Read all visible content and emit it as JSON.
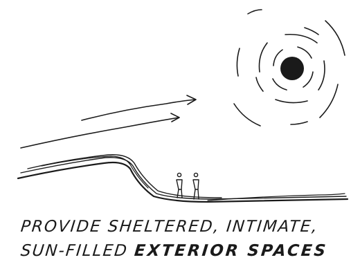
{
  "caption": {
    "line1": "PROVIDE SHELTERED, INTIMATE,",
    "line2_light": "SUN-FILLED ",
    "line2_bold": "EXTERIOR SPACES"
  },
  "colors": {
    "ink": "#1a1a1a",
    "paper": "#ffffff"
  },
  "icons": [
    "sun-icon",
    "wind-arrow-icon",
    "person-icon",
    "landform-berm-icon"
  ]
}
